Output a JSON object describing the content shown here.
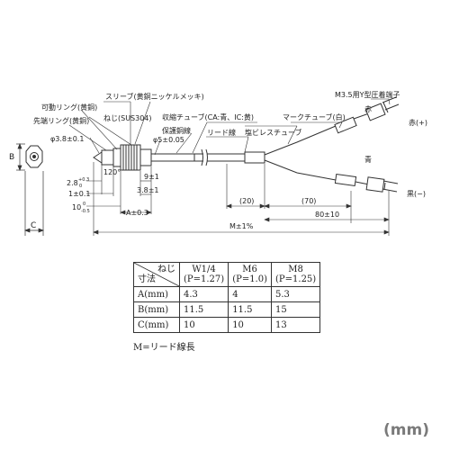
{
  "diagram": {
    "callouts": {
      "sleeve": "スリーブ(黄銅ニッケルメッキ)",
      "moving_ring": "可動リング(黄銅)",
      "screw": "ねじ(SUS304)",
      "tip_ring": "先端リング(黄銅)",
      "shrink_tube": "収縮チューブ(CA:青、IC:黄)",
      "lead_wire": "リード線",
      "protective_braid": "保護銅線",
      "mark_tube": "マークチューブ(白)",
      "pvc_tube": "塩ビレスチューブ",
      "terminal": "M3.5用Y型圧着端子",
      "red": "赤",
      "blue": "青",
      "red_wire": "赤(+)",
      "black_wire": "黒(−)"
    },
    "dimensions": {
      "d38": "φ3.8±0.1",
      "d5": "φ5±0.05",
      "angle": "120°",
      "d28": "2.8",
      "d28_tol_up": "+0.3",
      "d28_tol_low": "0",
      "d10": "1±0.1",
      "d100": "10",
      "d100_tol_up": "0",
      "d100_tol_low": "-0.5",
      "d9": "9±1",
      "d38b": "3.8±1",
      "a": "A±0.3",
      "b": "B",
      "c": "C",
      "d20": "(20)",
      "d70": "(70)",
      "d80": "80±10",
      "m": "M±1%"
    }
  },
  "table": {
    "header_neji": "ねじ",
    "header_sunpo": "寸法",
    "columns": [
      {
        "line1": "W1/4",
        "line2": "(P=1.27)"
      },
      {
        "line1": "M6",
        "line2": "(P=1.0)"
      },
      {
        "line1": "M8",
        "line2": "(P=1.25)"
      }
    ],
    "rows": [
      {
        "label": "A(mm)",
        "values": [
          "4.3",
          "4",
          "5.3"
        ]
      },
      {
        "label": "B(mm)",
        "values": [
          "11.5",
          "11.5",
          "15"
        ]
      },
      {
        "label": "C(mm)",
        "values": [
          "10",
          "10",
          "13"
        ]
      }
    ]
  },
  "note": "M=リード線長",
  "unit": "(mm)"
}
